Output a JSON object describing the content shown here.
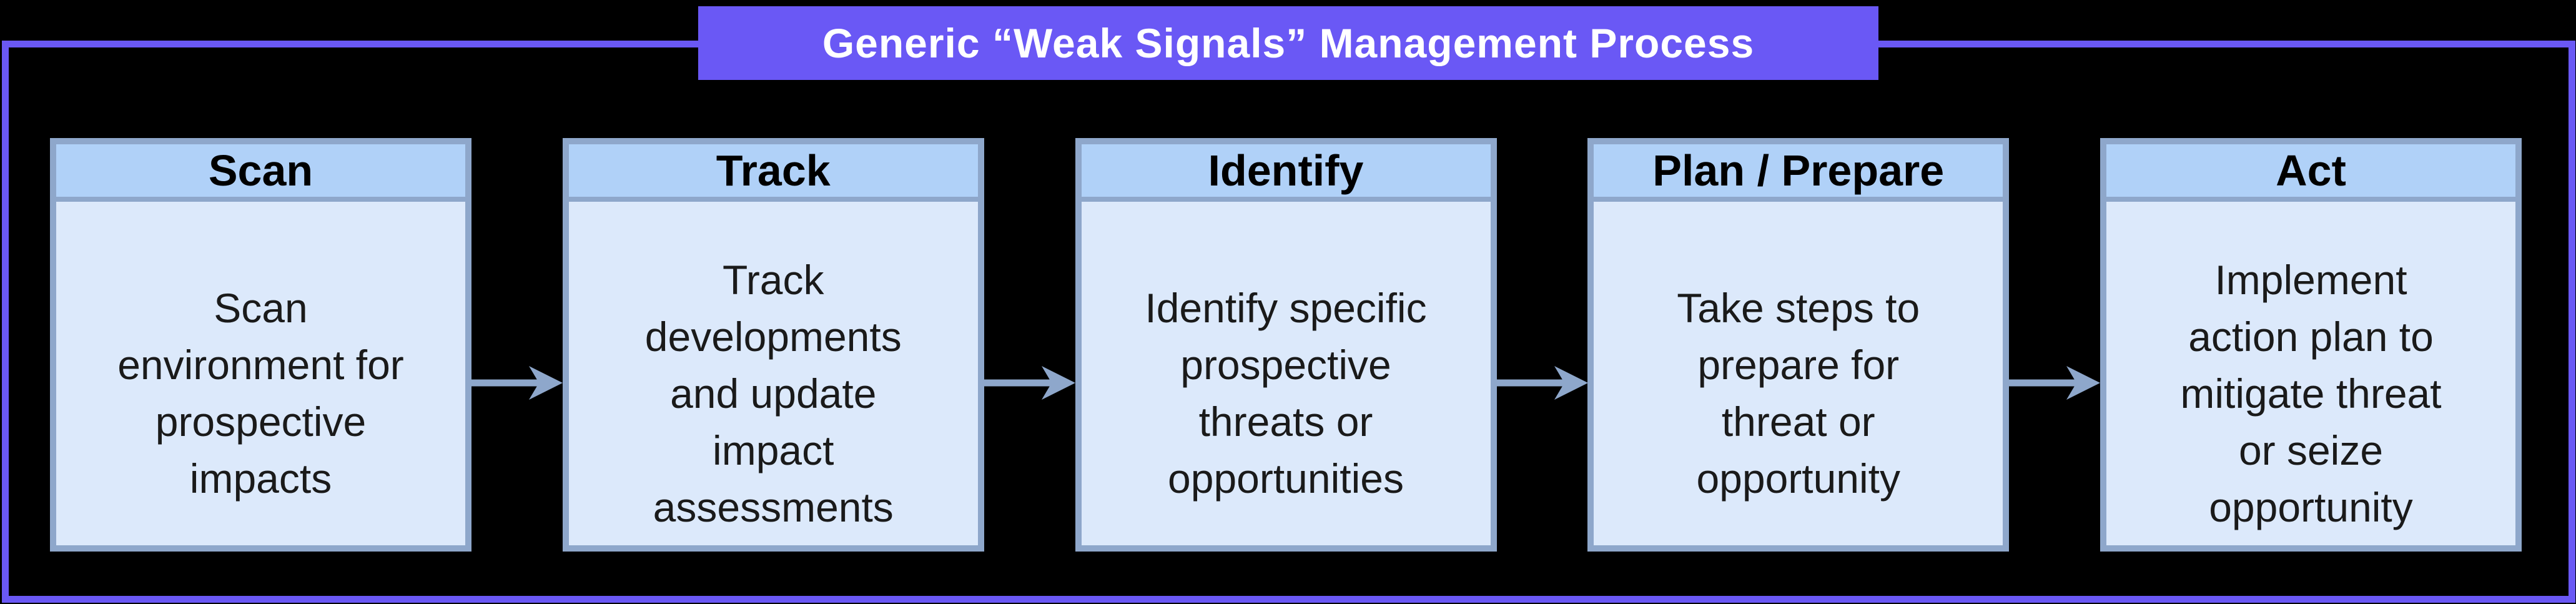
{
  "diagram": {
    "title": "Generic “Weak Signals” Management Process",
    "colors": {
      "background": "#000000",
      "accent_purple": "#6A58F5",
      "box_border": "#8EA7CB",
      "arrow": "#8EA7CB",
      "header_fill": "#B0D1F8",
      "body_fill": "#DCE9FB",
      "title_text": "#FFFFFF",
      "body_text": "#1A1A1A"
    },
    "steps": [
      {
        "header": "Scan",
        "body": "Scan\nenvironment for\nprospective\nimpacts"
      },
      {
        "header": "Track",
        "body": "Track\ndevelopments\nand update\nimpact\nassessments"
      },
      {
        "header": "Identify",
        "body": "Identify specific\nprospective\nthreats or\nopportunities"
      },
      {
        "header": "Plan / Prepare",
        "body": "Take steps to\nprepare for\nthreat or\nopportunity"
      },
      {
        "header": "Act",
        "body": "Implement\naction plan to\nmitigate threat\nor seize\nopportunity"
      }
    ]
  }
}
